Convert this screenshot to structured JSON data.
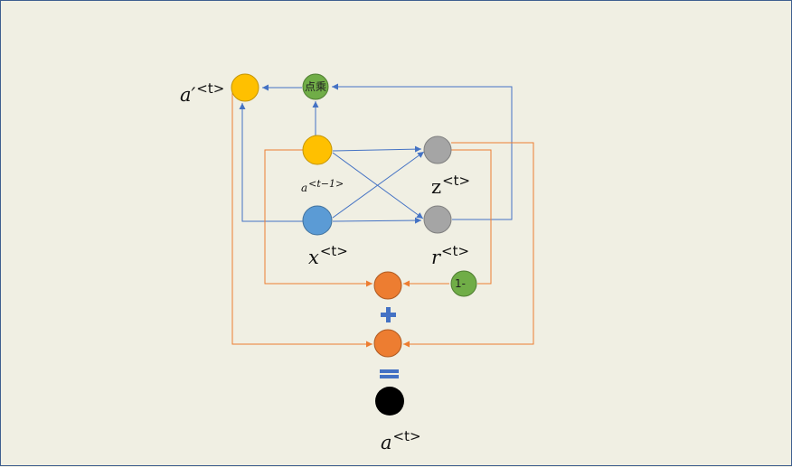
{
  "diagram": {
    "labels": {
      "a_prime": {
        "base": "a′",
        "sup": "<t>"
      },
      "a_prev": {
        "base": "a",
        "sup": "<t−1>"
      },
      "x_t": {
        "base": "x",
        "sup": "<t>"
      },
      "z_t": {
        "base": "z",
        "sup": "<t>"
      },
      "r_t": {
        "base": "r",
        "sup": "<t>"
      },
      "a_t": {
        "base": "a",
        "sup": "<t>"
      }
    },
    "node_text": {
      "dot_product": "点乘",
      "one_minus": "1-"
    },
    "colors": {
      "background": "#f0efe3",
      "blue_arrow": "#4472c4",
      "orange_arrow": "#ed7d31",
      "yellow_node": "#ffc000",
      "green_node": "#70ad47",
      "gray_node": "#a5a5a5",
      "blue_node": "#5b9bd5",
      "orange_node": "#ed7d31",
      "black_node": "#000000",
      "operator": "#4472c4"
    }
  }
}
